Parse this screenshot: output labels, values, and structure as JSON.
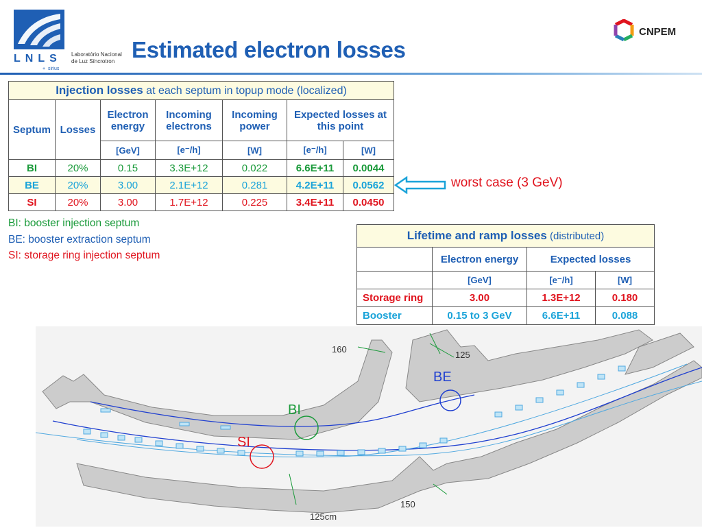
{
  "header": {
    "title": "Estimated electron losses",
    "lnls_logo_text": "LNLS",
    "lnls_subtitle_1": "Laboratório Nacional",
    "lnls_subtitle_2": "de Luz Síncrotron",
    "lnls_sirius": "sirius",
    "cnpem_text": "CNPEM"
  },
  "injection_table": {
    "title_bold": "Injection losses",
    "title_rest": " at each septum in topup mode (localized)",
    "col_septum": "Septum",
    "col_losses": "Losses",
    "col_energy": "Electron energy",
    "col_incoming_electrons": "Incoming electrons",
    "col_incoming_power": "Incoming power",
    "col_expected": "Expected losses at this point",
    "unit_energy": "[GeV]",
    "unit_electrons": "[e⁻/h]",
    "unit_power": "[W]",
    "unit_exp_electrons": "[e⁻/h]",
    "unit_exp_power": "[W]",
    "rows": [
      {
        "septum": "BI",
        "losses": "20%",
        "energy": "0.15",
        "incoming_electrons": "3.3E+12",
        "incoming_power": "0.022",
        "expected_electrons": "6.6E+11",
        "expected_power": "0.0044"
      },
      {
        "septum": "BE",
        "losses": "20%",
        "energy": "3.00",
        "incoming_electrons": "2.1E+12",
        "incoming_power": "0.281",
        "expected_electrons": "4.2E+11",
        "expected_power": "0.0562"
      },
      {
        "septum": "SI",
        "losses": "20%",
        "energy": "3.00",
        "incoming_electrons": "1.7E+12",
        "incoming_power": "0.225",
        "expected_electrons": "3.4E+11",
        "expected_power": "0.0450"
      }
    ]
  },
  "notes": {
    "bi": "BI: booster injection septum",
    "be": "BE: booster extraction septum",
    "si": "SI: storage ring injection septum"
  },
  "annotation": {
    "worst_case": "worst case (3 GeV)"
  },
  "lifetime_table": {
    "title_bold": "Lifetime and ramp losses",
    "title_rest": " (distributed)",
    "col_energy": "Electron energy",
    "col_expected": "Expected losses",
    "unit_energy": "[GeV]",
    "unit_electrons": "[e⁻/h]",
    "unit_power": "[W]",
    "rows": [
      {
        "name": "Storage ring",
        "energy": "3.00",
        "electrons": "1.3E+12",
        "power": "0.180"
      },
      {
        "name": "Booster",
        "energy": "0.15 to 3 GeV",
        "electrons": "6.6E+11",
        "power": "0.088"
      }
    ]
  },
  "drawing": {
    "label_bi": "BI",
    "label_be": "BE",
    "label_si": "SI",
    "dim_160": "160",
    "dim_125": "125",
    "dim_150": "150",
    "dim_125cm": "125cm"
  },
  "colors": {
    "title_blue": "#1f5fb4",
    "bi_green": "#1a9a3a",
    "be_cyan": "#1aa3d9",
    "si_red": "#e0141e",
    "header_yellow": "#fdfbe0"
  }
}
